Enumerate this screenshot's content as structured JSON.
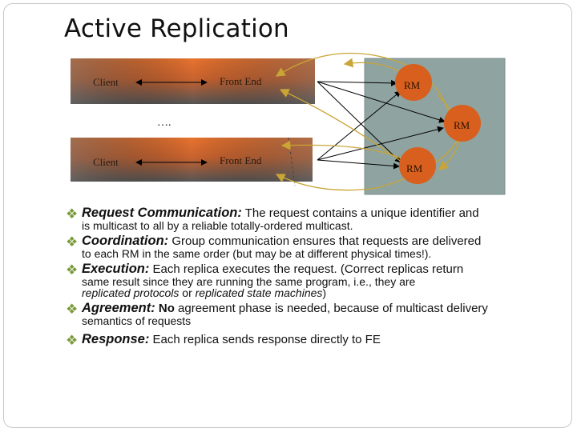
{
  "title": "Active Replication",
  "diagram": {
    "client_top": "Client",
    "frontend_top": "Front End",
    "ellipsis": "….",
    "client_bottom": "Client",
    "frontend_bottom": "Front End",
    "rm1": "RM",
    "rm2": "RM",
    "rm3": "RM",
    "colors": {
      "box_orange": "#d9662a",
      "box_dark": "#5a5a5a",
      "server_panel": "#8fa3a1",
      "rm_circle": "#d85f1d",
      "arrow_gold": "#c9a535",
      "arrow_black": "#000000"
    }
  },
  "bullets": [
    {
      "head": "Request Communication:",
      "text": " The request contains a unique identifier and",
      "cont": [
        {
          "t": "is multicast to all by a reliable totally-ordered multicast.",
          "s": ""
        }
      ]
    },
    {
      "head": "Coordination:",
      "text": " Group communication ensures that requests are delivered",
      "cont": [
        {
          "t": "to each RM in the same order (but may be at different physical times!).",
          "s": ""
        }
      ]
    },
    {
      "head": "Execution:",
      "text": " Each replica executes the request. (Correct replicas return",
      "cont": [
        {
          "t": "same result since they are running the same program, i.e., they are",
          "s": ""
        },
        {
          "t": "replicated protocols",
          "s": "it",
          "t2": " or ",
          "t3": "replicated state machines",
          "t4": ")"
        }
      ]
    },
    {
      "head": "Agreement:",
      "text_bold": " No",
      "text": " agreement phase is needed, because of multicast delivery",
      "cont": [
        {
          "t": "semantics of requests",
          "s": ""
        }
      ]
    },
    {
      "head": "Response:",
      "text": " Each replica sends response directly to FE",
      "cont": []
    }
  ]
}
